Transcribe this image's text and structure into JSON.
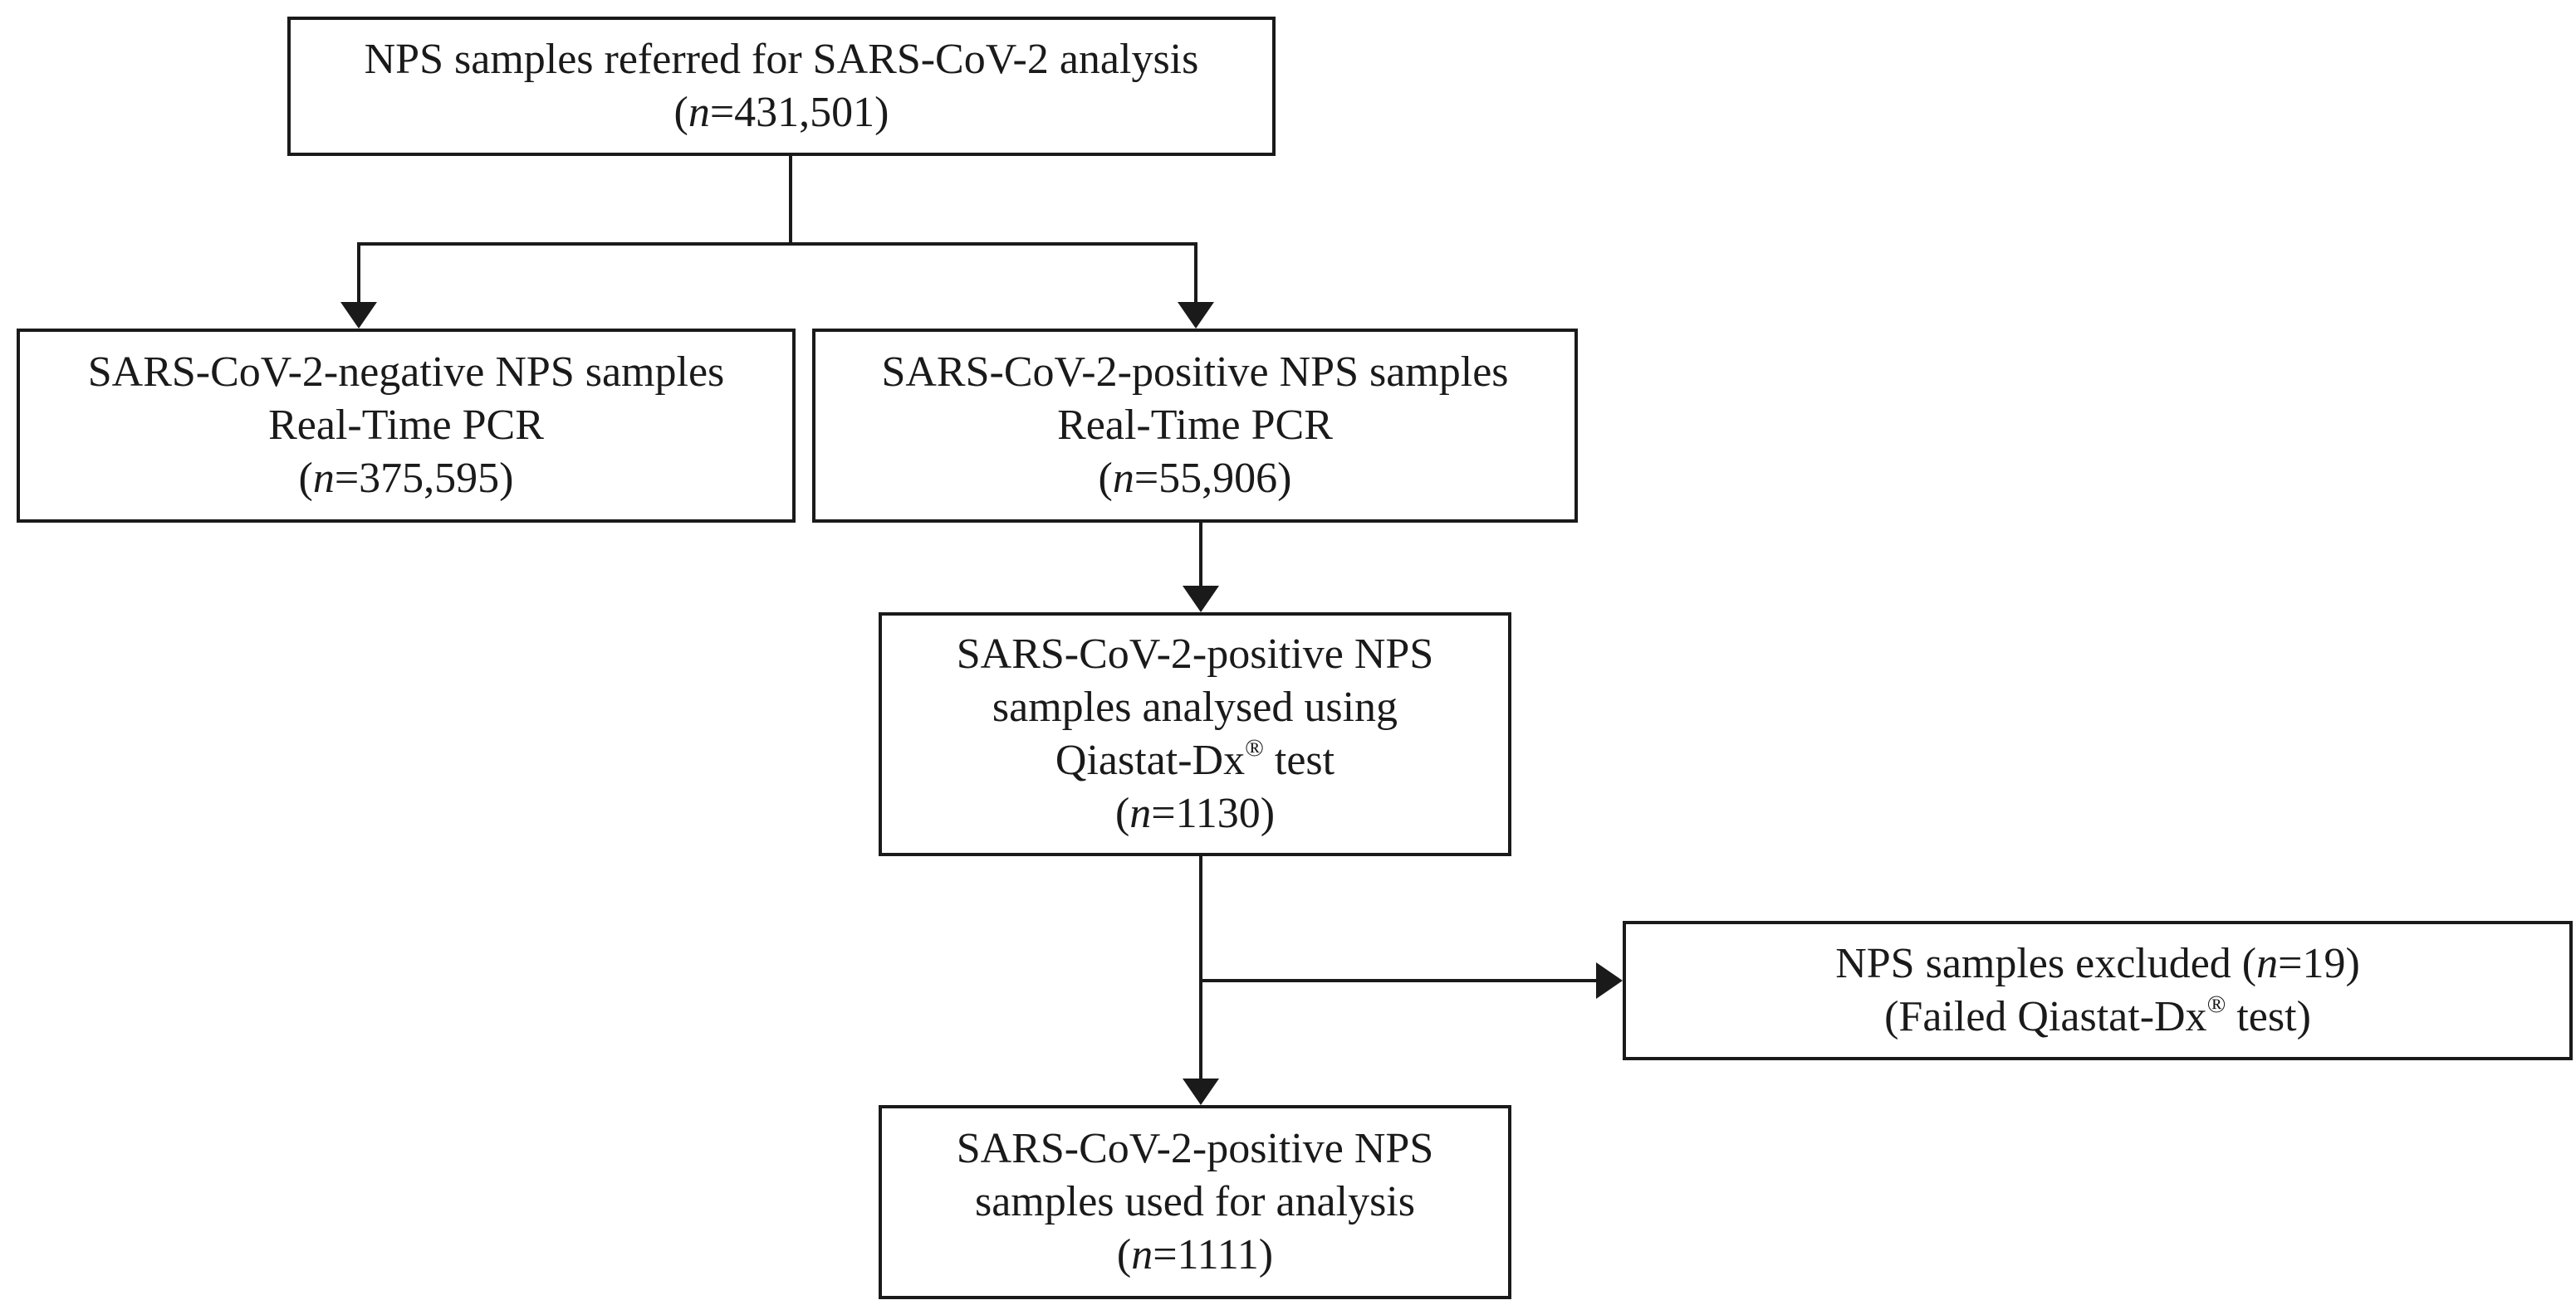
{
  "flowchart": {
    "box_total": {
      "line1": "NPS samples referred for SARS-CoV-2 analysis",
      "n_label": "n",
      "n_value": "=431,501)"
    },
    "box_negative": {
      "line1": "SARS-CoV-2-negative NPS samples",
      "line2": "Real-Time PCR",
      "n_label": "n",
      "n_value": "=375,595)"
    },
    "box_positive": {
      "line1": "SARS-CoV-2-positive NPS samples",
      "line2": "Real-Time PCR",
      "n_label": "n",
      "n_value": "=55,906)"
    },
    "box_qiastat": {
      "line1": "SARS-CoV-2-positive NPS",
      "line2": "samples analysed using",
      "line3_prefix": "Qiastat-Dx",
      "line3_reg": "®",
      "line3_suffix": " test",
      "n_label": "n",
      "n_value": "=1130)"
    },
    "box_excluded": {
      "line1_prefix": "NPS samples excluded (",
      "n_label": "n",
      "n_value": "=19)",
      "line2_prefix": "(Failed Qiastat-Dx",
      "line2_reg": "®",
      "line2_suffix": " test)"
    },
    "box_final": {
      "line1": "SARS-CoV-2-positive NPS",
      "line2": "samples used for analysis",
      "n_label": "n",
      "n_value": "=1111)"
    }
  },
  "colors": {
    "stroke": "#1a1a1a",
    "background": "#ffffff"
  }
}
